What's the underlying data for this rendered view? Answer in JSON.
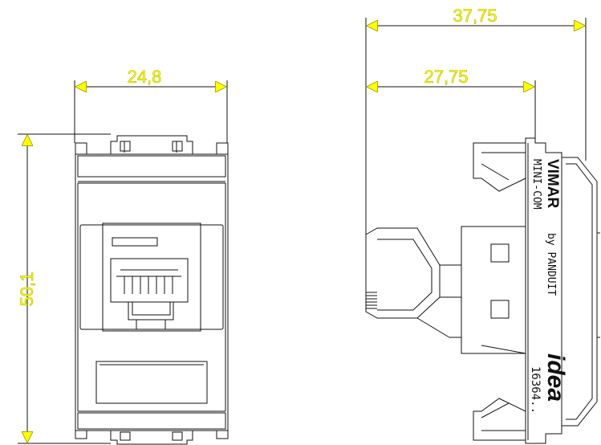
{
  "dimensions": {
    "front_width": "24,8",
    "front_height": "50,1",
    "side_total_depth": "37,75",
    "side_body_depth": "27,75"
  },
  "side_labels": {
    "brand": "VIMAR",
    "line": "MINI-COM",
    "maker": "by PANDUIT",
    "series": "idea",
    "code": "16364.."
  },
  "colors": {
    "dimension_fill": "#ffff00",
    "outline": "#111111"
  }
}
